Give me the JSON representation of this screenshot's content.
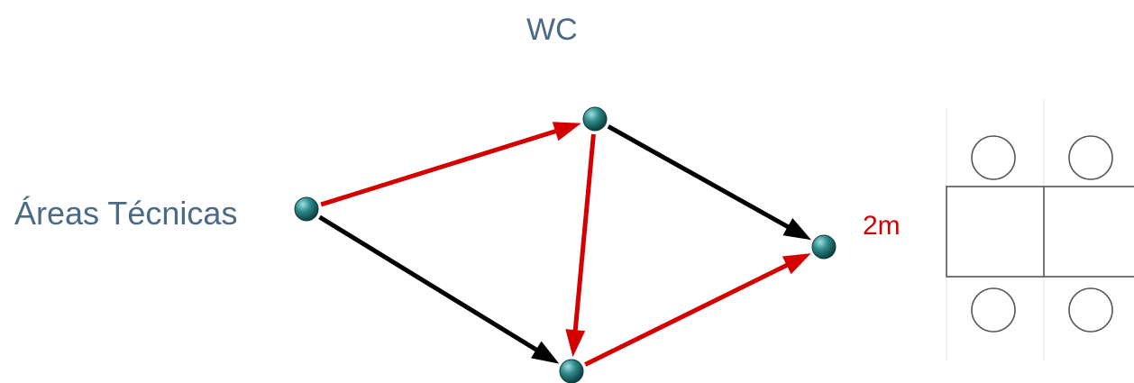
{
  "labels": {
    "wc": "WC",
    "areas_tecnicas": "Áreas Técnicas",
    "distance": "2m"
  },
  "colors": {
    "label_text": "#4a6a86",
    "highlight": "#d40000",
    "edge_default": "#000000",
    "node_fill": "#2f8a8a"
  },
  "graph": {
    "nodes": [
      "left",
      "top",
      "right",
      "bottom"
    ],
    "edges": [
      {
        "from": "left",
        "to": "top",
        "color": "highlight"
      },
      {
        "from": "left",
        "to": "bottom",
        "color": "edge_default"
      },
      {
        "from": "top",
        "to": "right",
        "color": "edge_default"
      },
      {
        "from": "top",
        "to": "bottom",
        "color": "highlight"
      },
      {
        "from": "bottom",
        "to": "right",
        "color": "highlight"
      }
    ]
  },
  "table_icon": {
    "chairs": 4,
    "table_segments": 2
  }
}
